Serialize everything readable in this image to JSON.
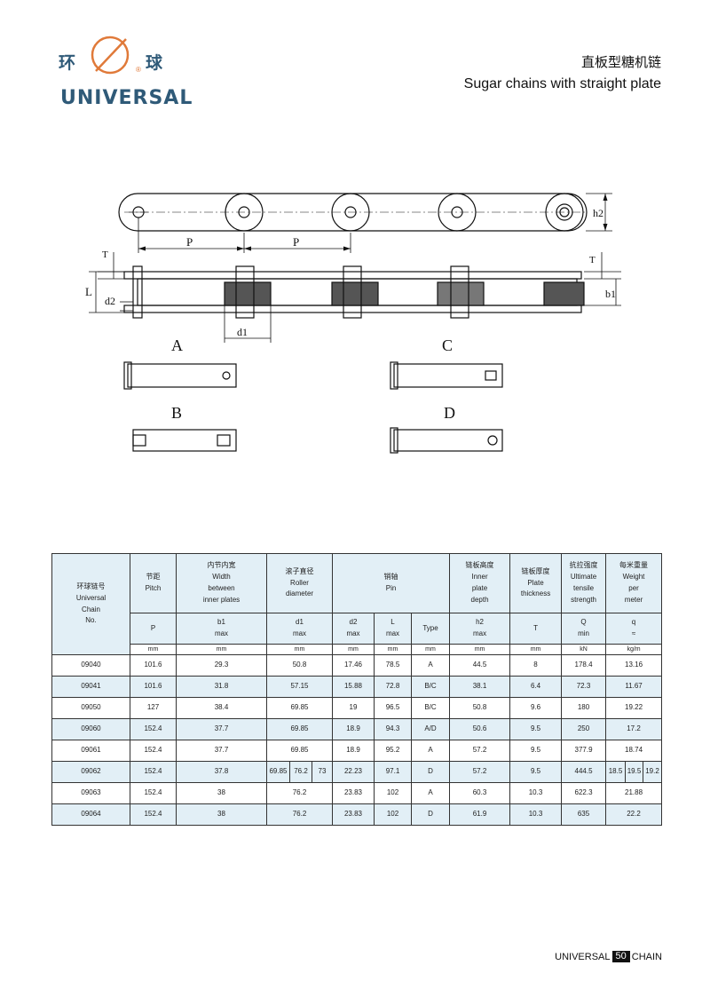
{
  "brand": {
    "cn_left": "环",
    "cn_right": "球",
    "reg_mark": "®",
    "wordmark": "UNIVERSAL",
    "colors": {
      "blue": "#2f5a78",
      "orange": "#e07a3a"
    }
  },
  "title": {
    "cn": "直板型糖机链",
    "en": "Sugar chains with straight plate"
  },
  "drawing": {
    "dims": {
      "P1": "P",
      "P2": "P",
      "h2": "h2",
      "T_left": "T",
      "T_right": "T",
      "L": "L",
      "d2": "d2",
      "b1": "b1",
      "d1": "d1"
    },
    "pin_labels": {
      "A": "A",
      "B": "B",
      "C": "C",
      "D": "D"
    }
  },
  "table": {
    "header": {
      "chain_no": [
        "环球链号",
        "Universal",
        "Chain",
        "No."
      ],
      "pitch": [
        "节距",
        "Pitch"
      ],
      "width": [
        "内节内宽",
        "Width",
        "between",
        "inner plates"
      ],
      "roller": [
        "滚子直径",
        "Roller",
        "diameter"
      ],
      "pin": [
        "销轴",
        "Pin"
      ],
      "depth": [
        "链板高度",
        "Inner",
        "plate",
        "depth"
      ],
      "thickness": [
        "链板厚度",
        "Plate",
        "thickness"
      ],
      "strength": [
        "抗拉强度",
        "Ultimate",
        "tensile",
        "strength"
      ],
      "weight": [
        "每米重量",
        "Weight",
        "per",
        "meter"
      ]
    },
    "symbols": {
      "pitch": "P",
      "width": [
        "b1",
        "max"
      ],
      "roller": [
        "d1",
        "max"
      ],
      "pin_d": [
        "d2",
        "max"
      ],
      "pin_l": [
        "L",
        "max"
      ],
      "pin_type": "Type",
      "depth": [
        "h2",
        "max"
      ],
      "thickness": "T",
      "strength": [
        "Q",
        "min"
      ],
      "weight": [
        "q",
        "≈"
      ]
    },
    "units": [
      "mm",
      "mm",
      "mm",
      "mm",
      "mm",
      "mm",
      "mm",
      "mm",
      "kN",
      "kg/m"
    ],
    "rows": [
      {
        "no": "09040",
        "p": "101.6",
        "b1": "29.3",
        "d1": "50.8",
        "d2": "17.46",
        "l": "78.5",
        "type": "A",
        "h2": "44.5",
        "t": "8",
        "q": "178.4",
        "w": "13.16"
      },
      {
        "no": "09041",
        "p": "101.6",
        "b1": "31.8",
        "d1": "57.15",
        "d2": "15.88",
        "l": "72.8",
        "type": "B/C",
        "h2": "38.1",
        "t": "6.4",
        "q": "72.3",
        "w": "11.67"
      },
      {
        "no": "09050",
        "p": "127",
        "b1": "38.4",
        "d1": "69.85",
        "d2": "19",
        "l": "96.5",
        "type": "B/C",
        "h2": "50.8",
        "t": "9.6",
        "q": "180",
        "w": "19.22"
      },
      {
        "no": "09060",
        "p": "152.4",
        "b1": "37.7",
        "d1": "69.85",
        "d2": "18.9",
        "l": "94.3",
        "type": "A/D",
        "h2": "50.6",
        "t": "9.5",
        "q": "250",
        "w": "17.2"
      },
      {
        "no": "09061",
        "p": "152.4",
        "b1": "37.7",
        "d1": "69.85",
        "d2": "18.9",
        "l": "95.2",
        "type": "A",
        "h2": "57.2",
        "t": "9.5",
        "q": "377.9",
        "w": "18.74"
      },
      {
        "no": "09062",
        "p": "152.4",
        "b1": "37.8",
        "d1a": "69.85",
        "d1b": "76.2",
        "d1c": "73",
        "d2": "22.23",
        "l": "97.1",
        "type": "D",
        "h2": "57.2",
        "t": "9.5",
        "q": "444.5",
        "wa": "18.5",
        "wb": "19.5",
        "wc": "19.2"
      },
      {
        "no": "09063",
        "p": "152.4",
        "b1": "38",
        "d1": "76.2",
        "d2": "23.83",
        "l": "102",
        "type": "A",
        "h2": "60.3",
        "t": "10.3",
        "q": "622.3",
        "w": "21.88"
      },
      {
        "no": "09064",
        "p": "152.4",
        "b1": "38",
        "d1": "76.2",
        "d2": "23.83",
        "l": "102",
        "type": "D",
        "h2": "61.9",
        "t": "10.3",
        "q": "635",
        "w": "22.2"
      }
    ]
  },
  "footer": {
    "left": "UNIVERSAL",
    "page": "50",
    "right": "CHAIN"
  }
}
